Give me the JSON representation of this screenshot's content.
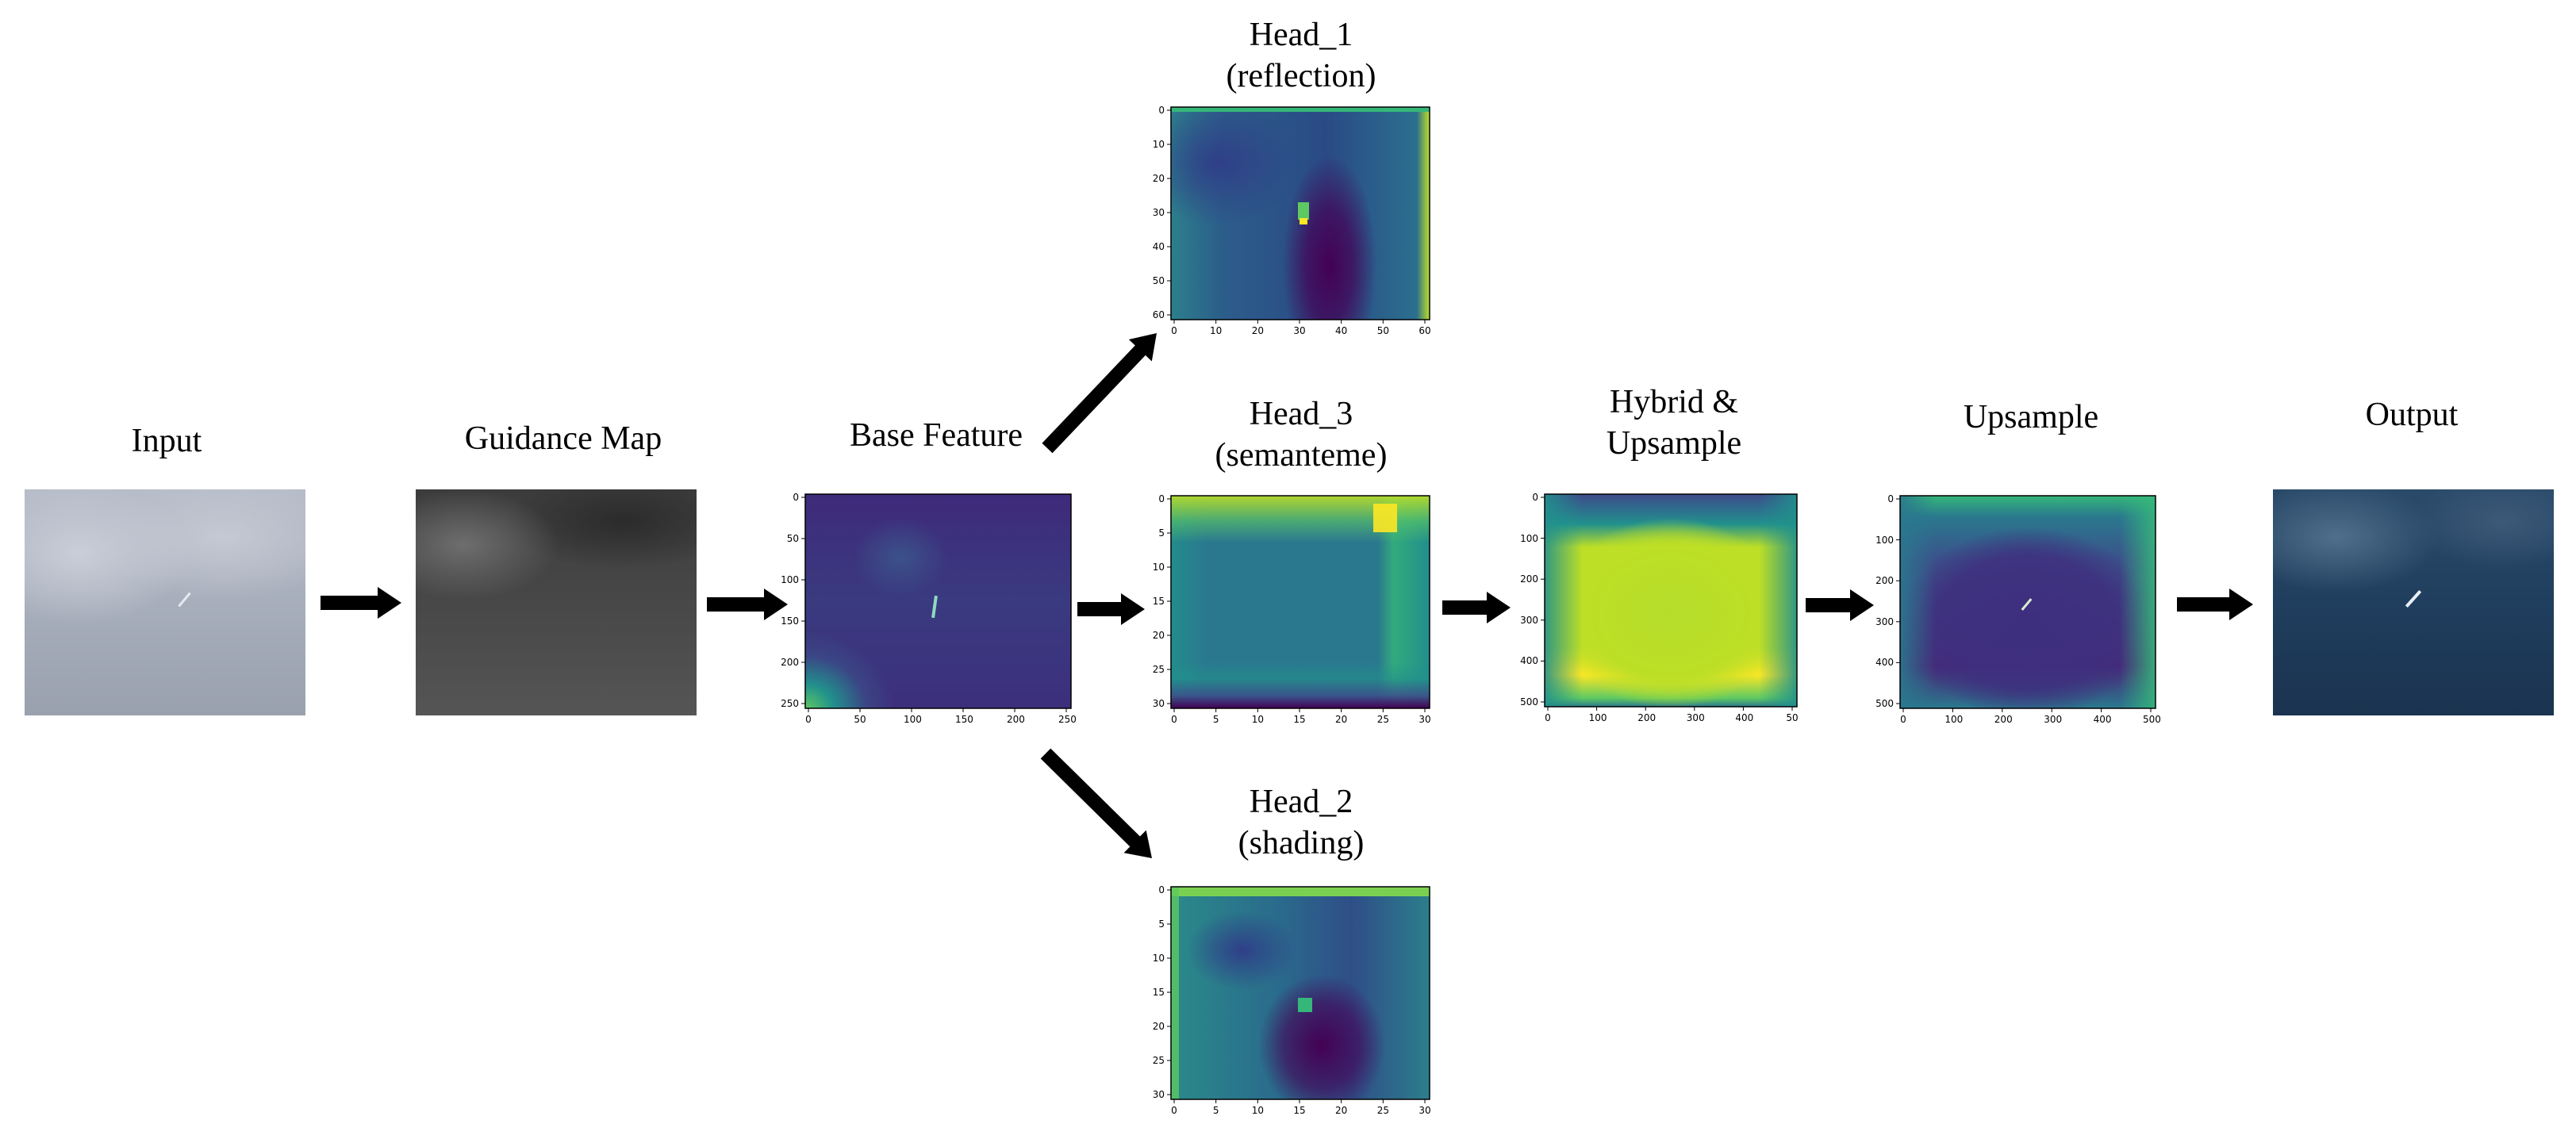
{
  "diagram": {
    "labels": {
      "input": "Input",
      "guidance": "Guidance Map",
      "base": "Base Feature",
      "head1": "Head_1\n(reflection)",
      "head3": "Head_3\n(semanteme)",
      "head2": "Head_2\n(shading)",
      "hybrid": "Hybrid &\nUpsample",
      "upsample": "Upsample",
      "output": "Output"
    },
    "axes": {
      "base": {
        "x": [
          "0",
          "50",
          "100",
          "150",
          "200",
          "250"
        ],
        "y": [
          "0",
          "50",
          "100",
          "150",
          "200",
          "250"
        ]
      },
      "head1": {
        "x": [
          "0",
          "10",
          "20",
          "30",
          "40",
          "50",
          "60"
        ],
        "y": [
          "0",
          "10",
          "20",
          "30",
          "40",
          "50",
          "60"
        ]
      },
      "head3": {
        "x": [
          "0",
          "5",
          "10",
          "15",
          "20",
          "25",
          "30"
        ],
        "y": [
          "0",
          "5",
          "10",
          "15",
          "20",
          "25",
          "30"
        ]
      },
      "head2": {
        "x": [
          "0",
          "5",
          "10",
          "15",
          "20",
          "25",
          "30"
        ],
        "y": [
          "0",
          "5",
          "10",
          "15",
          "20",
          "25",
          "30"
        ]
      },
      "hybrid": {
        "x": [
          "0",
          "100",
          "200",
          "300",
          "400",
          "50"
        ],
        "y": [
          "0",
          "100",
          "200",
          "300",
          "400",
          "500"
        ]
      },
      "upsample": {
        "x": [
          "0",
          "100",
          "200",
          "300",
          "400",
          "500"
        ],
        "y": [
          "0",
          "100",
          "200",
          "300",
          "400",
          "500"
        ]
      }
    },
    "colors": {
      "arrow": "#000000",
      "viridis_dark": "#440154",
      "viridis_blue": "#3b528b",
      "viridis_teal": "#21918c",
      "viridis_green": "#5ec962",
      "viridis_yellow": "#fde725"
    }
  }
}
